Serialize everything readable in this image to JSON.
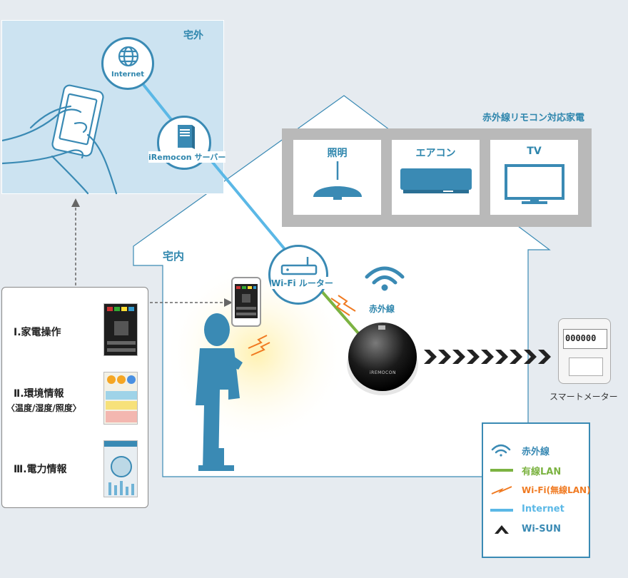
{
  "outside": {
    "title": "宅外",
    "internet_label": "Internet",
    "server_label": "iRemocon サーバー"
  },
  "inside": {
    "title": "宅内",
    "router_label": "Wi-Fi ルーター",
    "infrared_label": "赤外線"
  },
  "appliances": {
    "title": "赤外線リモコン対応家電",
    "items": [
      {
        "label": "照明",
        "icon": "ceiling-light-icon"
      },
      {
        "label": "エアコン",
        "icon": "air-conditioner-icon"
      },
      {
        "label": "TV",
        "icon": "tv-icon"
      }
    ]
  },
  "meter": {
    "label": "スマートメーター",
    "display": "000000"
  },
  "device": {
    "brand": "iREMOCON"
  },
  "features": [
    {
      "title": "Ⅰ.家電操作",
      "sub": ""
    },
    {
      "title": "Ⅱ.環境情報",
      "sub": "〈温度/湿度/照度〉"
    },
    {
      "title": "Ⅲ.電力情報",
      "sub": ""
    }
  ],
  "legend": [
    {
      "label": "赤外線",
      "color": "#3a8ab4",
      "icon": "wifi-wave-icon"
    },
    {
      "label": "有線LAN",
      "color": "#7cb342",
      "icon": "green-line-icon"
    },
    {
      "label": "Wi-Fi(無線LAN)",
      "color": "#f07a21",
      "icon": "zigzag-icon"
    },
    {
      "label": "Internet",
      "color": "#5bb8e6",
      "icon": "blue-line-icon"
    },
    {
      "label": "Wi-SUN",
      "color": "#222222",
      "icon": "chevron-up-icon"
    }
  ],
  "colors": {
    "primary": "#3a8ab4",
    "panel": "#cce3f1",
    "wired": "#7cb342",
    "wifi": "#f07a21",
    "internet": "#5bb8e6"
  }
}
